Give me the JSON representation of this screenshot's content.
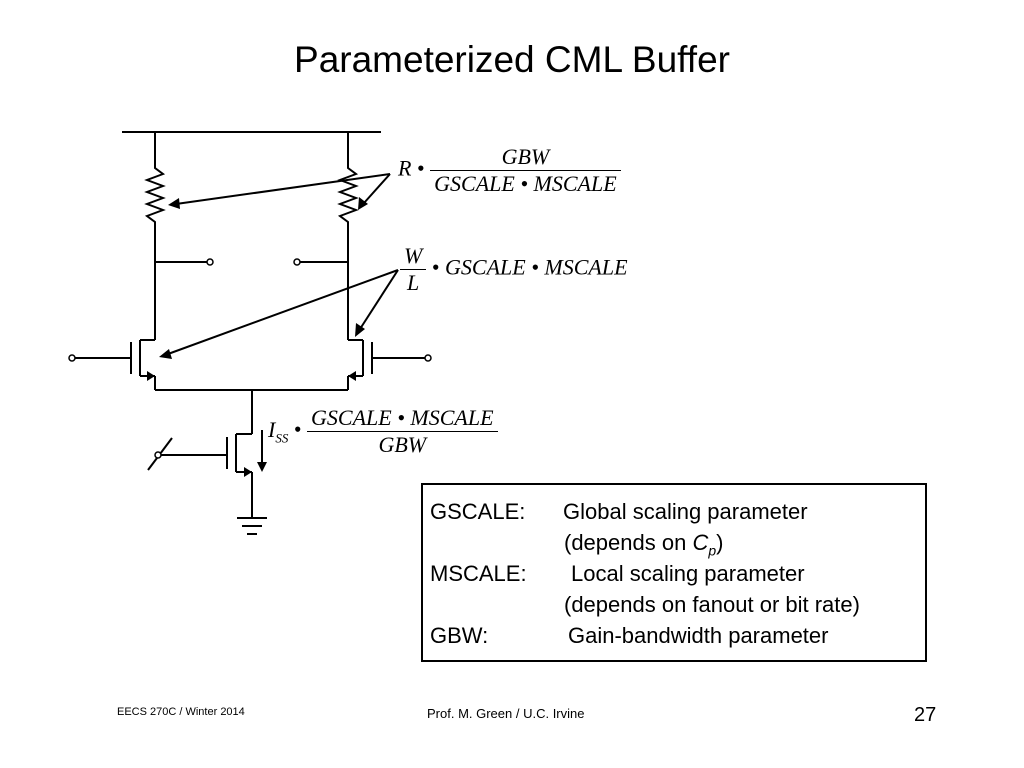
{
  "slide": {
    "title": "Parameterized CML Buffer",
    "footer_left": "EECS 270C / Winter 2014",
    "footer_center": "Prof. M. Green / U.C. Irvine",
    "page_number": "27"
  },
  "equations": {
    "resistor": {
      "prefix": "R",
      "dot": "•",
      "numerator": "GBW",
      "denominator": "GSCALE • MSCALE"
    },
    "width": {
      "numerator": "W",
      "denominator": "L",
      "dot": "•",
      "suffix": "GSCALE • MSCALE"
    },
    "current": {
      "prefix": "I",
      "prefix_sub": "SS",
      "dot": "•",
      "numerator": "GSCALE • MSCALE",
      "denominator": "GBW"
    }
  },
  "legend": {
    "rows": [
      {
        "term": "GSCALE:",
        "desc": "Global scaling parameter"
      },
      {
        "term": "",
        "desc_pre": "(depends on ",
        "desc_var": "C",
        "desc_sub": "p",
        "desc_post": ")"
      },
      {
        "term": "MSCALE:",
        "desc": "Local scaling parameter"
      },
      {
        "term": "",
        "desc": "(depends on fanout or bit rate)"
      },
      {
        "term": "GBW:",
        "desc": "Gain-bandwidth parameter"
      }
    ]
  }
}
